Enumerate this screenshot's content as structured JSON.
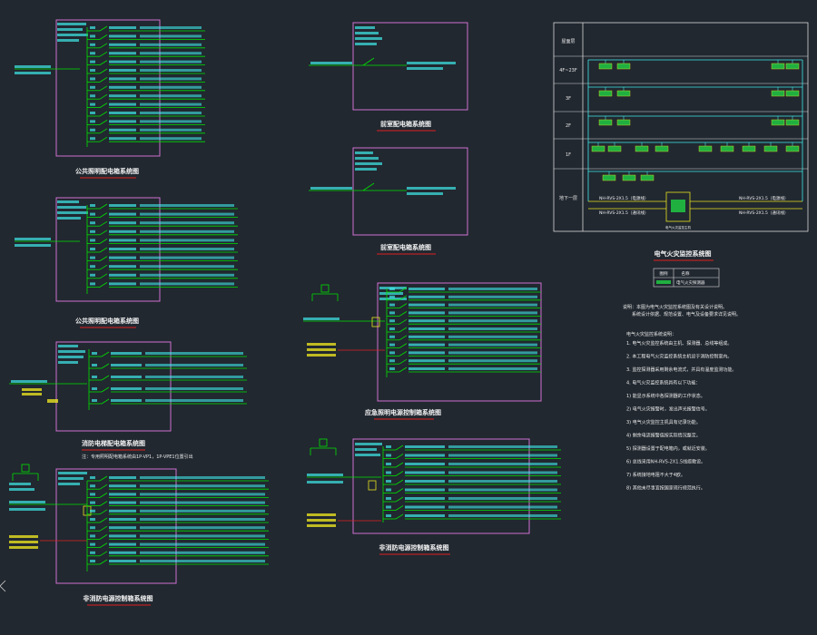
{
  "colors": {
    "background": "#212830",
    "panel_border": "#d070d0",
    "wire": "#00e000",
    "text_cyan": "#40e8e8",
    "text_white": "#f2f2f2",
    "underline_red": "#e02020",
    "frame_white": "#d8d8d8",
    "equip_yellow": "#e8e020",
    "module_fill": "#20b040"
  },
  "diagrams": {
    "d1_title": "公共照明配电箱系统图",
    "d2_title": "公共照明配电箱系统图",
    "d3_title": "消防电梯配电箱系统图",
    "d3_note": "注：专用照明配电箱系统由1P-VP1，1P-VPE1位置引出",
    "d4_title": "非消防电源控制箱系统图",
    "d5_title": "前室配电箱系统图",
    "d6_title": "前室配电箱系统图",
    "d7_title": "应急照明电源控制箱系统图",
    "d8_title": "非消防电源控制箱系统图"
  },
  "fire_alarm": {
    "title": "电气火灾监控系统图",
    "floor_labels": [
      "屋面层",
      "4F~23F",
      "3F",
      "2F",
      "1F",
      "地下一层"
    ],
    "bus_label_left": "NH-RVS-2X1.5（电源线）",
    "bus_label_left2": "NH-RVS-2X1.5（通讯线）",
    "bus_label_right": "NH-RVS-2X1.5（电源线）",
    "bus_label_right2": "NH-RVS-2X1.5（通讯线）",
    "host_label": "电气火灾监控主机",
    "legend_headers": [
      "图例",
      "名称"
    ],
    "legend_name": "电气火灾探测器"
  },
  "notes": {
    "header": "说明：本图为电气火灾监控系统图及有关设计说明。",
    "header2": "系统设计依据、规范设置、电气及设备要求详见说明。",
    "section": "电气火灾监控系统说明：",
    "lines": [
      "1. 电气火灾监控系统由主机、探测器、总线等组成。",
      "2. 本工程电气火灾监控系统主机设于消防控制室内。",
      "3. 监控探测器采用剩余电流式，并具有温度监测功能。",
      "4. 电气火灾监控系统具有以下功能：",
      "1) 能显示系统中各探测器的工作状态。",
      "2) 电气火灾报警时，发出声光报警信号。",
      "3) 电气火灾监控主机具有记录功能。",
      "4) 剩余电流报警值按实际情况整定。",
      "5) 探测器设置于配电箱内，或就近安装。",
      "6) 总线采用NH-RVS-2X1.5线缆敷设。",
      "7) 系统接地电阻不大于4欧。",
      "8) 其他未尽事宜按国家现行规范执行。"
    ]
  }
}
